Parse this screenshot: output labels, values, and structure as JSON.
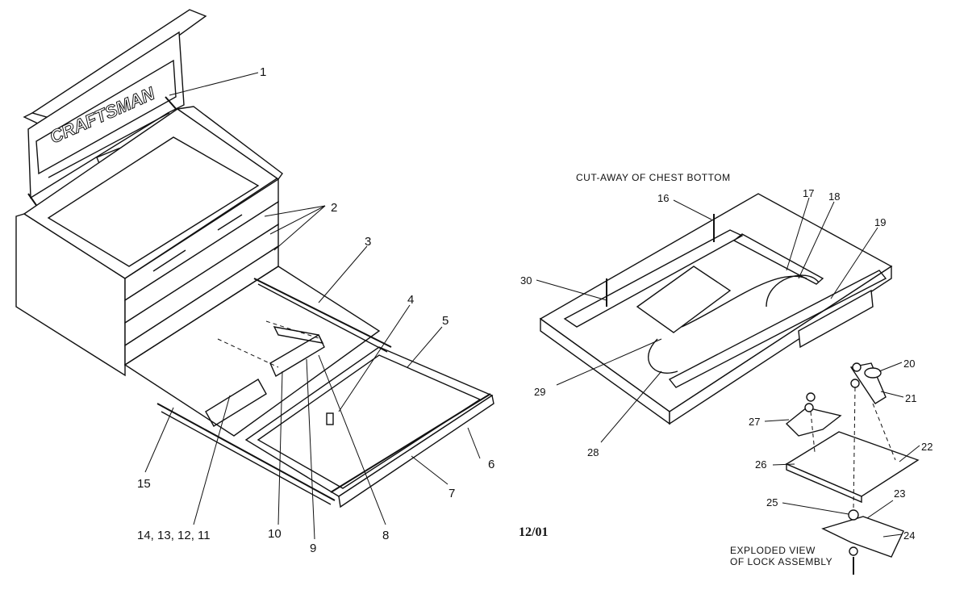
{
  "brand": "CRAFTSMAN",
  "captions": {
    "cutaway": "CUT-AWAY OF CHEST BOTTOM",
    "exploded_line1": "EXPLODED VIEW",
    "exploded_line2": "OF LOCK ASSEMBLY",
    "date": "12/01"
  },
  "callouts": {
    "c1": "1",
    "c2": "2",
    "c3": "3",
    "c4": "4",
    "c5": "5",
    "c6": "6",
    "c7": "7",
    "c8": "8",
    "c9": "9",
    "c10": "10",
    "c11_14": "14, 13, 12, 11",
    "c15": "15",
    "c16": "16",
    "c17": "17",
    "c18": "18",
    "c19": "19",
    "c20": "20",
    "c21": "21",
    "c22": "22",
    "c23": "23",
    "c24": "24",
    "c25": "25",
    "c26": "26",
    "c27": "27",
    "c28": "28",
    "c29": "29",
    "c30": "30"
  },
  "colors": {
    "ink": "#111111",
    "paper": "#ffffff"
  }
}
